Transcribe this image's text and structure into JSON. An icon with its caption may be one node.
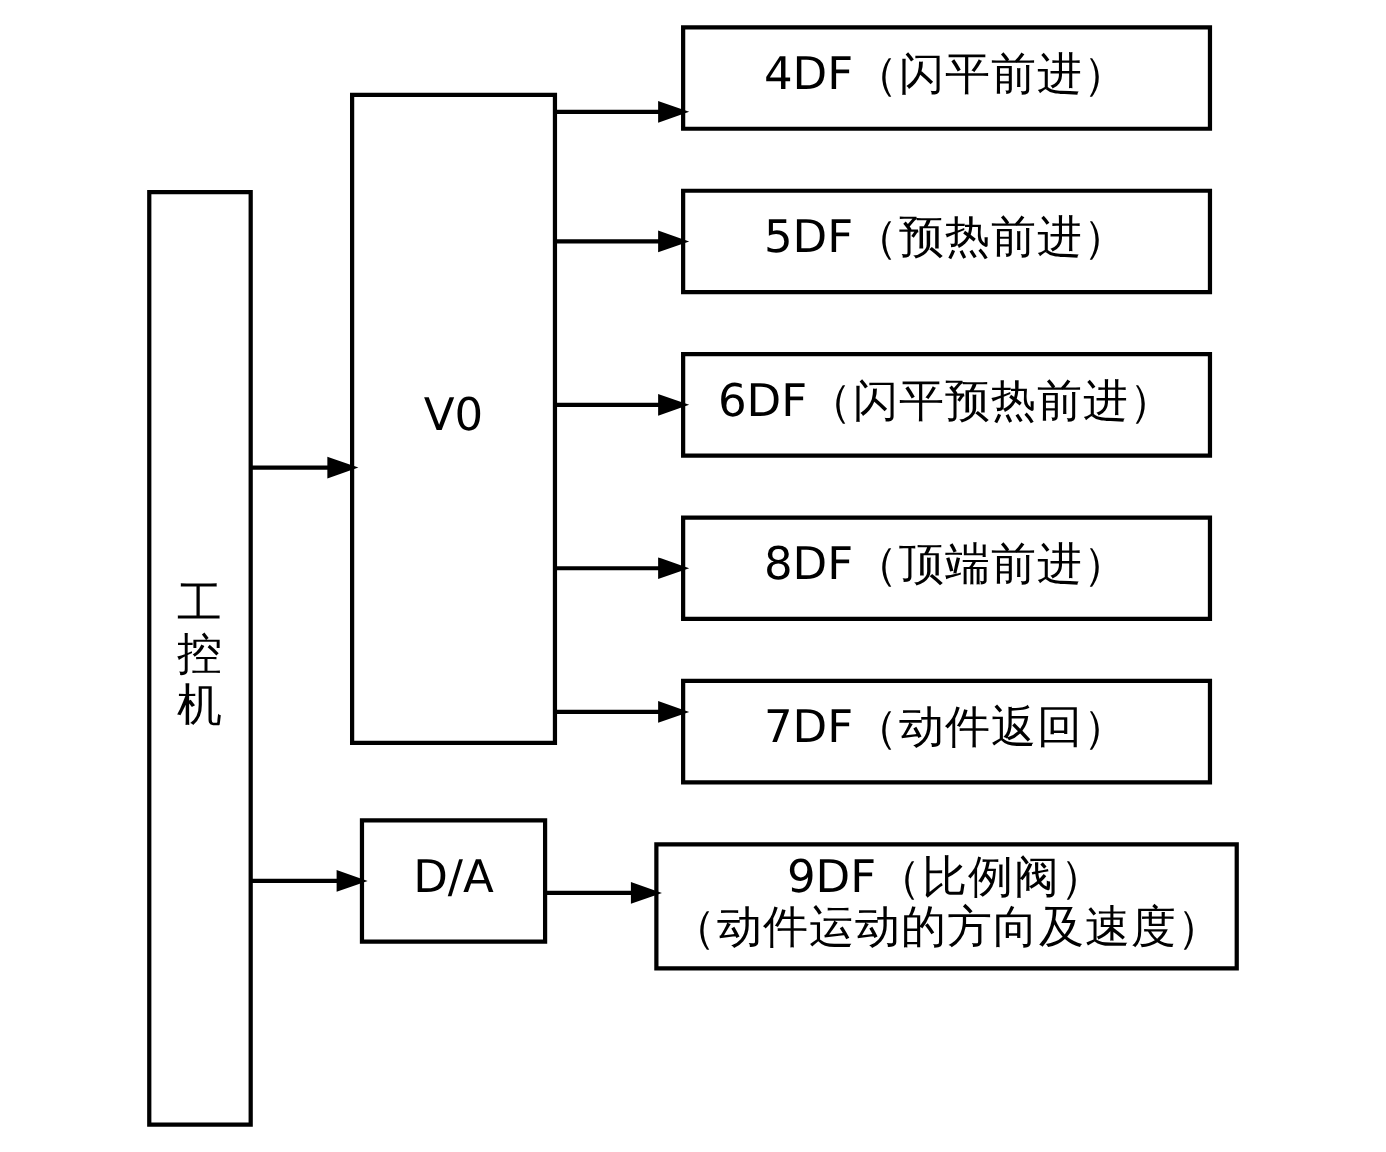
{
  "diagram": {
    "nodes": [
      {
        "text": [
          "工控机"
        ]
      },
      {
        "text": [
          "V0"
        ]
      },
      {
        "text": [
          "4DF（闪平前进）"
        ]
      },
      {
        "text": [
          "5DF（预热前进）"
        ]
      },
      {
        "text": [
          "6DF（闪平预热前进）"
        ]
      },
      {
        "text": [
          "8DF（顶端前进）"
        ]
      },
      {
        "text": [
          "7DF（动件返回）"
        ]
      },
      {
        "text": [
          "D/A"
        ]
      },
      {
        "text": [
          "9DF（比例阀）",
          "（动件运动的方向及速度）"
        ]
      }
    ],
    "edges": [
      {
        "from": 0,
        "to": 1,
        "arrow": "to"
      },
      {
        "from": 1,
        "to": 2,
        "arrow": "to"
      },
      {
        "from": 1,
        "to": 3,
        "arrow": "to"
      },
      {
        "from": 1,
        "to": 4,
        "arrow": "to"
      },
      {
        "from": 1,
        "to": 5,
        "arrow": "to"
      },
      {
        "from": 1,
        "to": 6,
        "arrow": "to"
      },
      {
        "from": 0,
        "to": 7,
        "arrow": "to"
      },
      {
        "from": 7,
        "to": 8,
        "arrow": "to"
      }
    ]
  }
}
